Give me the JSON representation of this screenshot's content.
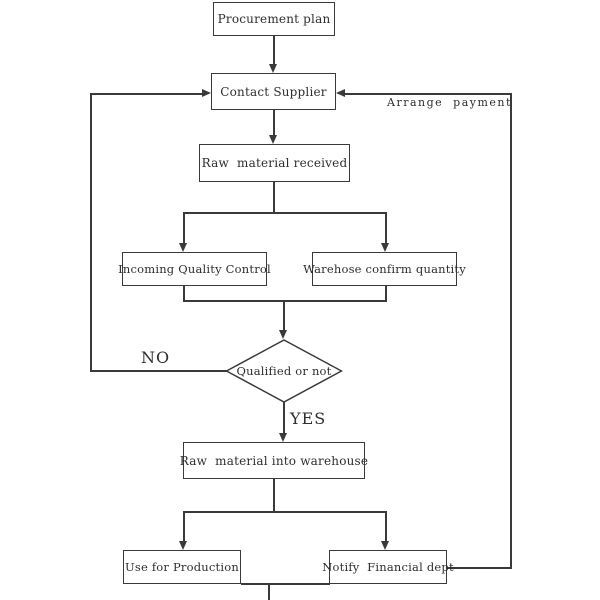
{
  "flowchart": {
    "nodes": {
      "procurement_plan": "Procurement plan",
      "contact_supplier": "Contact Supplier",
      "raw_material_received": "Raw  material received",
      "incoming_quality_control": "Incoming Quality Control",
      "warehouse_confirm_quantity": "Warehose confirm quantity",
      "qualified_or_not": "Qualified or not",
      "raw_material_into_warehouse": "Raw  material into warehouse",
      "use_for_production": "Use for Production",
      "notify_financial_dept": "Notify  Financial dept"
    },
    "edge_labels": {
      "no": "NO",
      "yes": "YES",
      "arrange_payment": "Arrange  payment"
    },
    "colors": {
      "line": "#3a3a3a",
      "text": "#2e2e2e",
      "background": "#ffffff"
    }
  }
}
